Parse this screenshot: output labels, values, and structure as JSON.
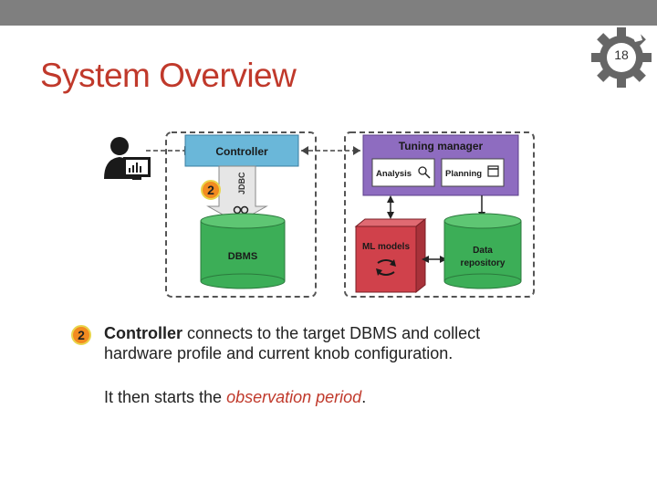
{
  "slide": {
    "title": "System Overview",
    "page_number": "18"
  },
  "diagram": {
    "controller_label": "Controller",
    "jdbc_label": "JDBC",
    "dbms_label": "DBMS",
    "tuning_manager_label": "Tuning manager",
    "analysis_label": "Analysis",
    "planning_label": "Planning",
    "ml_models_label": "ML models",
    "data_repository_line1": "Data",
    "data_repository_line2": "repository",
    "step_badge": "2"
  },
  "content": {
    "badge": "2",
    "controller_bold": "Controller",
    "line1_rest": " connects to the target DBMS and collect",
    "line2": "hardware profile and current knob configuration.",
    "para2_prefix": "It then starts the ",
    "para2_emph": "observation period",
    "para2_suffix": "."
  },
  "colors": {
    "title": "#c0392b",
    "controller_fill": "#6ab7d9",
    "tuning_fill": "#8e6cc0",
    "db_fill": "#3cae57",
    "ml_fill": "#d0414b",
    "badge_fill": "#f28b20",
    "topbar": "#7f7f7f"
  }
}
